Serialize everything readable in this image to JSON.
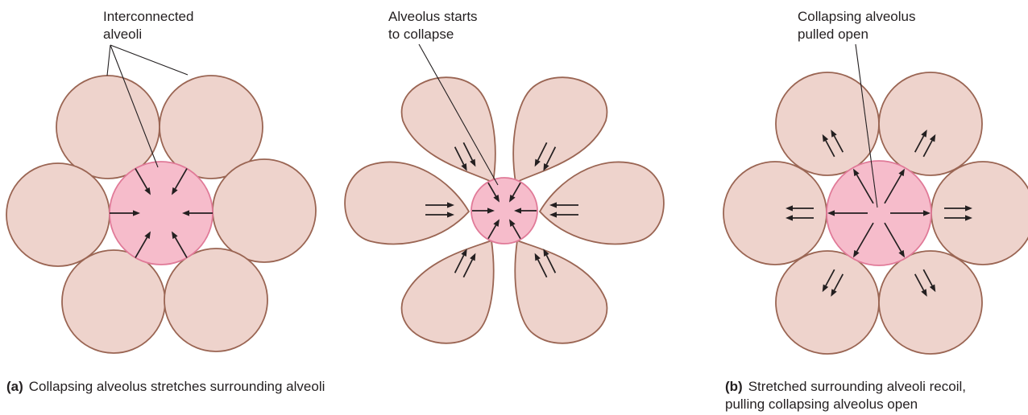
{
  "panel_a": {
    "label_1": [
      "Interconnected",
      "alveoli"
    ],
    "label_2": [
      "Alveolus starts",
      "to collapse"
    ],
    "caption_letter": "(a)",
    "caption_text": "Collapsing alveolus stretches surrounding alveoli"
  },
  "panel_b": {
    "label_1": [
      "Collapsing alveolus",
      "pulled open"
    ],
    "caption_letter": "(b)",
    "caption_text_line1": "Stretched surrounding alveoli recoil,",
    "caption_text_line2": "pulling collapsing alveolus open"
  },
  "colors": {
    "alveolus_fill": "#eed3cc",
    "alveolus_stroke": "#9a6553",
    "collapsing_fill": "#f6bccb",
    "collapsing_stroke": "#e07a98",
    "arrow": "#231f20"
  }
}
